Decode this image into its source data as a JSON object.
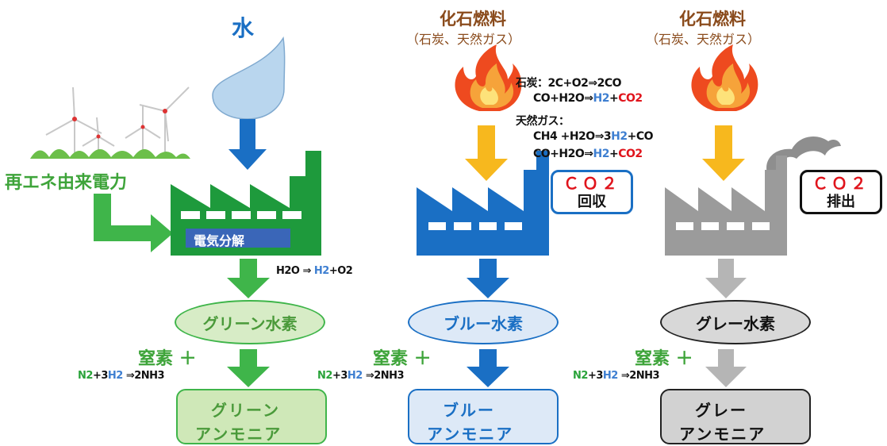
{
  "columns": {
    "green": {
      "input_label": "水",
      "source_label": "再エネ由来電力",
      "factory_label": "電気分解",
      "reaction": {
        "a": "H2O ⇒ ",
        "b": "H2",
        "c": "+O2"
      },
      "hydrogen_label": "グリーン水素",
      "nitrogen_label": "窒素 ＋",
      "ammonia_reaction": {
        "a": "N2",
        "b": "+3",
        "c": "H2",
        "d": " ⇒2NH3"
      },
      "ammonia_line1": "グリーン",
      "ammonia_line2": "アンモニア"
    },
    "blue": {
      "fuel_title": "化石燃料",
      "fuel_sub": "（石炭、天然ガス）",
      "co2_line1": "ＣＯ２",
      "co2_line2": "回収",
      "hydrogen_label": "ブルー水素",
      "nitrogen_label": "窒素 ＋",
      "ammonia_reaction": {
        "a": "N2",
        "b": "+3",
        "c": "H2",
        "d": " ⇒2NH3"
      },
      "ammonia_line1": "ブルー",
      "ammonia_line2": "アンモニア"
    },
    "gray": {
      "fuel_title": "化石燃料",
      "fuel_sub": "（石炭、天然ガス）",
      "co2_line1": "ＣＯ２",
      "co2_line2": "排出",
      "hydrogen_label": "グレー水素",
      "nitrogen_label": "窒素 ＋",
      "ammonia_reaction": {
        "a": "N2",
        "b": "+3",
        "c": "H2",
        "d": " ⇒2NH3"
      },
      "ammonia_line1": "グレー",
      "ammonia_line2": "アンモニア"
    }
  },
  "reactions": {
    "coal_label": "石炭：",
    "coal_eq1": "2C+O2⇒2CO",
    "coal_eq2": {
      "a": "CO+H2O⇒",
      "b": "H2",
      "c": "+",
      "d": "CO2"
    },
    "gas_label": "天然ガス：",
    "gas_eq1": {
      "a": "CH4 +H2O⇒3",
      "b": "H2",
      "c": "+CO"
    },
    "gas_eq2": {
      "a": "CO+H2O⇒",
      "b": "H2",
      "c": "+",
      "d": "CO2"
    }
  },
  "colors": {
    "green": "#3fb54a",
    "green_factory": "#1e9a3c",
    "blue": "#1a6fc4",
    "gray": "#9b9b9b",
    "flame_orange": "#f08a1c",
    "arrow_yellow": "#f7b81e",
    "red_text": "#e0141c"
  }
}
